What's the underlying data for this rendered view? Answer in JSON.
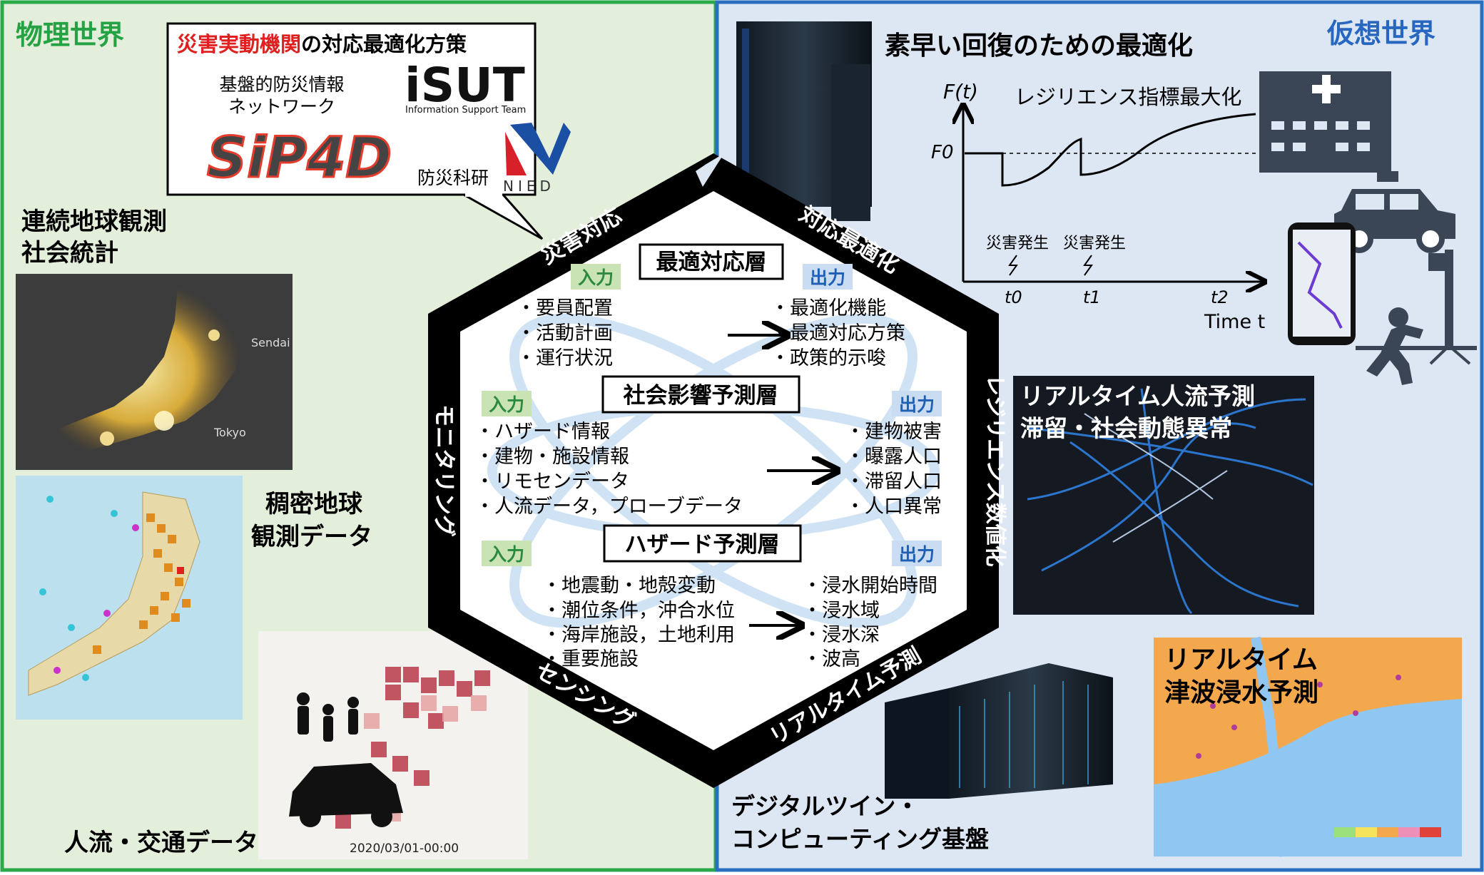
{
  "physical": {
    "title": "物理世界",
    "agency_box": {
      "title_red": "災害実動機関",
      "title_rest": "の対応最適化方策"
    },
    "network_label": [
      "基盤的防災情報",
      "ネットワーク"
    ],
    "sip4d_logo": "SiP4D",
    "isut_logo": "iSUT",
    "isut_sub": "Information Support Team",
    "nied_label": "防災科研",
    "nied_logo": "NIED",
    "continuous_obs": [
      "連続地球観測",
      "社会統計"
    ],
    "map1_sendai": "Sendai",
    "map1_tokyo": "Tokyo",
    "dense_obs": [
      "稠密地球",
      "観測データ"
    ],
    "people_flow": "人流・交通データ",
    "heatmap_date": "2020/03/01-00:00"
  },
  "virtual": {
    "title": "仮想世界",
    "recovery_title": "素早い回復のための最適化",
    "graph": {
      "ylabel": "F(t)",
      "f0": "F0",
      "metric": "レジリエンス指標最大化",
      "event1": "災害発生",
      "event2": "災害発生",
      "t0": "t0",
      "t1": "t1",
      "t2": "t2",
      "xlabel": "Time t"
    },
    "realtime_people": [
      "リアルタイム人流予測",
      "滞留・社会動態異常"
    ],
    "tsunami": [
      "リアルタイム",
      "津波浸水予測"
    ],
    "digital_twin": [
      "デジタルツイン・",
      "コンピューティング基盤"
    ]
  },
  "hexagon": {
    "sides": {
      "top_left": "災害対応",
      "top_right": "対応最適化",
      "right": "レジリエンス数値化",
      "bottom_right": "リアルタイム予測",
      "bottom_left": "センシング",
      "left": "モニタリング"
    },
    "input_label": "入力",
    "output_label": "出力",
    "layers": [
      {
        "title": "最適対応層",
        "inputs": [
          "・要員配置",
          "・活動計画",
          "・運行状況"
        ],
        "outputs": [
          "・最適化機能",
          "・最適対応方策",
          "・政策的示唆"
        ]
      },
      {
        "title": "社会影響予測層",
        "inputs": [
          "・ハザード情報",
          "・建物・施設情報",
          "・リモセンデータ",
          "・人流データ，プローブデータ"
        ],
        "outputs": [
          "・建物被害",
          "・曝露人口",
          "・滞留人口",
          "・人口異常"
        ]
      },
      {
        "title": "ハザード予測層",
        "inputs": [
          "・地震動・地殻変動",
          "・潮位条件，沖合水位",
          "・海岸施設，土地利用",
          "・重要施設"
        ],
        "outputs": [
          "・浸水開始時間",
          "・浸水域",
          "・浸水深",
          "・波高"
        ]
      }
    ]
  },
  "colors": {
    "physical_bg": "#e4efdb",
    "physical_border": "#2aa84a",
    "physical_title": "#25a244",
    "virtual_bg": "#dde6f3",
    "virtual_border": "#2a6fbf",
    "virtual_title": "#2867c0",
    "agency_red": "#e01f1f",
    "input_tag": "#c9e3b4",
    "output_tag": "#cadcf2"
  }
}
